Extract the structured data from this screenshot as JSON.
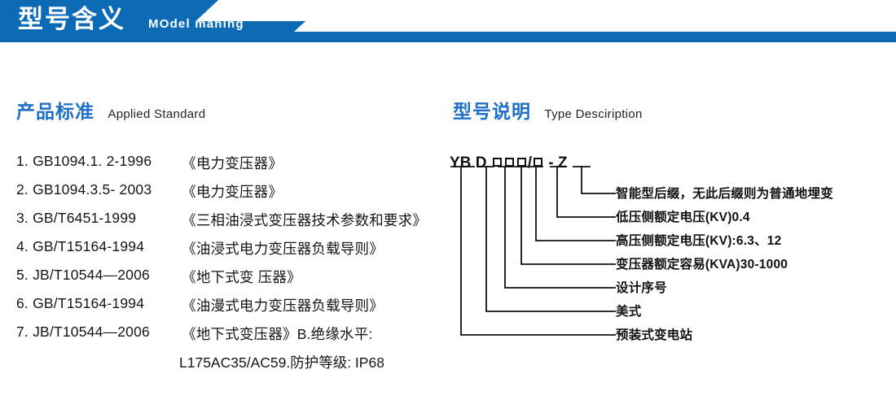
{
  "header": {
    "title": "型号含义",
    "subtitle": "MOdel maning",
    "bar_color": "#0d6ab5"
  },
  "sections": {
    "standard": {
      "cn": "产品标准",
      "en": "Applied Standard"
    },
    "type": {
      "cn": "型号说明",
      "en": "Type Desciription"
    }
  },
  "standards": [
    {
      "num": "1.",
      "code": "GB1094.1. 2-1996",
      "name": "《电力变压器》"
    },
    {
      "num": "2.",
      "code": "GB1094.3.5- 2003",
      "name": "《电力变压器》"
    },
    {
      "num": "3.",
      "code": "GB/T6451-1999",
      "name": "《三相油浸式变压器技术参数和要求》"
    },
    {
      "num": "4.",
      "code": "GB/T15164-1994",
      "name": "《油浸式电力变压器负载导则》"
    },
    {
      "num": "5.",
      "code": "JB/T10544—2006",
      "name": "《地下式变 压器》"
    },
    {
      "num": "6.",
      "code": "GB/T15164-1994",
      "name": "《油漫式电力变压器负载导则》"
    },
    {
      "num": "7.",
      "code": "JB/T10544—2006",
      "name": "《地下式变压器》B.绝缘水平:"
    }
  ],
  "standards_continuation": "L175AC35/AC59.防护等级: IP68",
  "type_code": {
    "part1": "YB",
    "part2": "D",
    "slash": "/",
    "dash": "-",
    "part3": "Z"
  },
  "type_descriptions": [
    "智能型后缀，无此后缀则为普通地埋变",
    "低压侧额定电压(KV)0.4",
    "高压侧额定电压(KV):6.3、12",
    "变压器额定容易(KVA)30-1000",
    "设计序号",
    "美式",
    "预装式变电站"
  ]
}
